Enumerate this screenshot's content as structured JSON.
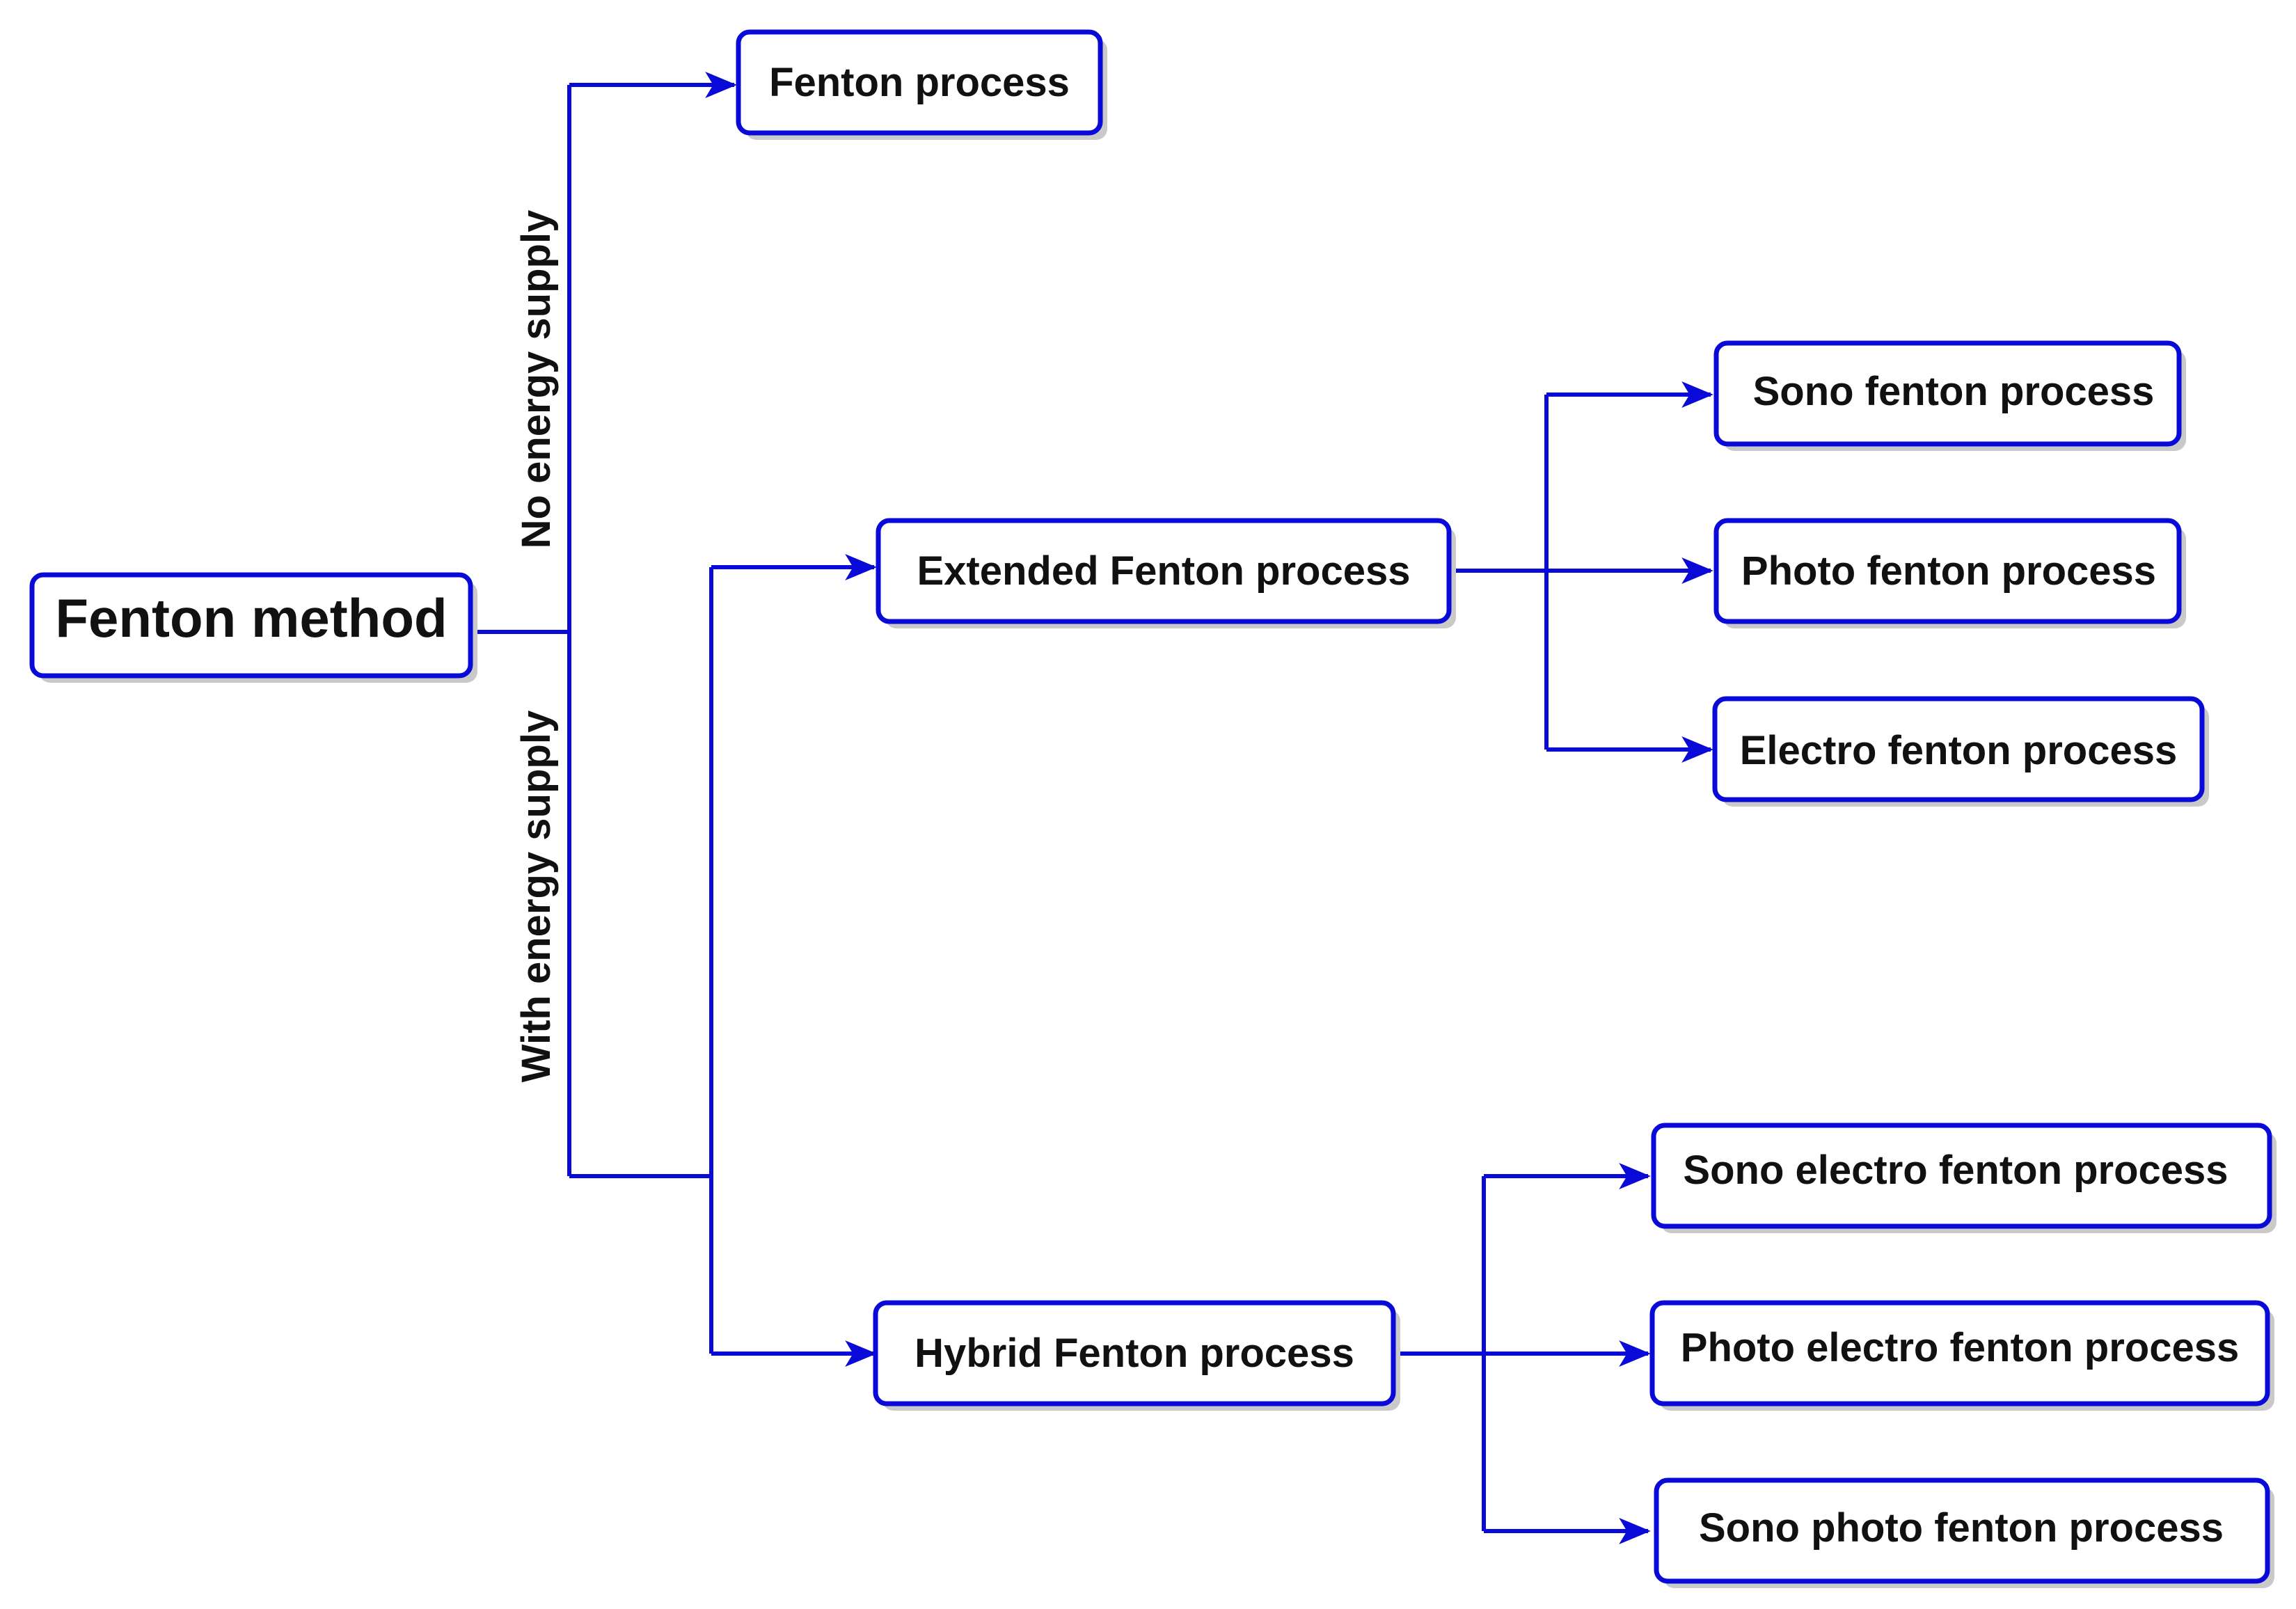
{
  "colors": {
    "line": "#0a0ad8",
    "box_border": "#0a0ad8",
    "box_fill": "#ffffff",
    "text": "#111111"
  },
  "nodes": {
    "root": "Fenton method",
    "fenton": "Fenton process",
    "extended": "Extended Fenton process",
    "hybrid": "Hybrid Fenton process",
    "sono": "Sono fenton process",
    "photo": "Photo fenton process",
    "electro": "Electro fenton process",
    "sono_electro": "Sono electro fenton process",
    "photo_electro": "Photo electro fenton process",
    "sono_photo": "Sono photo fenton process"
  },
  "edge_labels": {
    "no_energy": "No energy supply",
    "with_energy": "With energy supply"
  }
}
